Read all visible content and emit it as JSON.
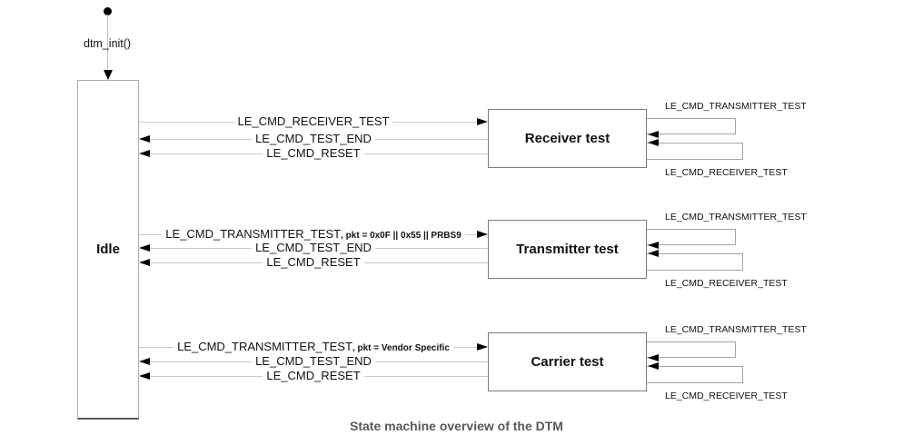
{
  "diagram": {
    "init_label": "dtm_init()",
    "idle_state_label": "Idle",
    "caption": "State machine overview of the DTM",
    "colors": {
      "transition_line": "#c9c9c9",
      "self_loop_line": "#a3a3a3",
      "arrowhead": "#000000",
      "state_border": "#7d7d7d",
      "caption_text": "#58595b"
    },
    "groups": [
      {
        "state_label": "Receiver test",
        "enter_label": "LE_CMD_RECEIVER_TEST",
        "enter_detail": "",
        "exit_label_1": "LE_CMD_TEST_END",
        "exit_label_2": "LE_CMD_RESET",
        "self_loop_top_label": "LE_CMD_TRANSMITTER_TEST",
        "self_loop_bottom_label": "LE_CMD_RECEIVER_TEST"
      },
      {
        "state_label": "Transmitter test",
        "enter_label": "LE_CMD_TRANSMITTER_TEST",
        "enter_detail": ", pkt = 0x0F || 0x55 || PRBS9",
        "exit_label_1": "LE_CMD_TEST_END",
        "exit_label_2": "LE_CMD_RESET",
        "self_loop_top_label": "LE_CMD_TRANSMITTER_TEST",
        "self_loop_bottom_label": "LE_CMD_RECEIVER_TEST"
      },
      {
        "state_label": "Carrier test",
        "enter_label": "LE_CMD_TRANSMITTER_TEST",
        "enter_detail": ", pkt = Vendor Specific",
        "exit_label_1": "LE_CMD_TEST_END",
        "exit_label_2": "LE_CMD_RESET",
        "self_loop_top_label": "LE_CMD_TRANSMITTER_TEST",
        "self_loop_bottom_label": "LE_CMD_RECEIVER_TEST"
      }
    ]
  }
}
